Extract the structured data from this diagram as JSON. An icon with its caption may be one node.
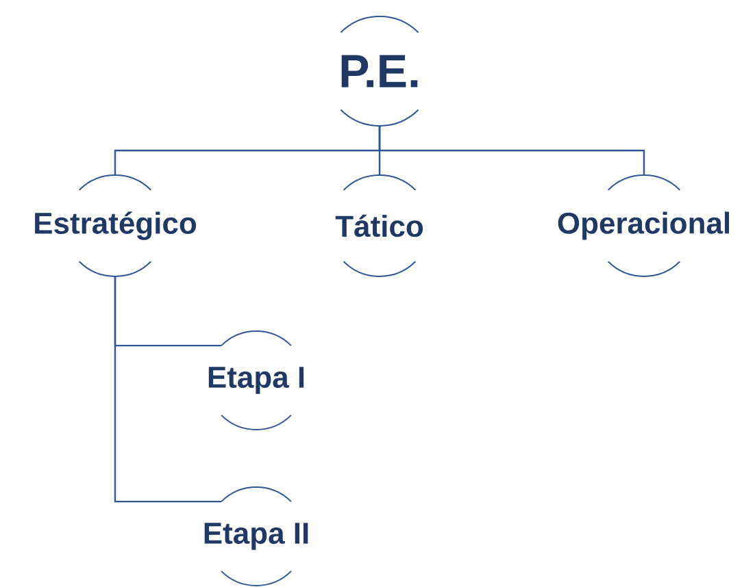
{
  "diagram": {
    "nodes": [
      {
        "text": [
          "P.E."
        ]
      },
      {
        "text": [
          "Estratégico"
        ]
      },
      {
        "text": [
          "Tático"
        ]
      },
      {
        "text": [
          "Operacional"
        ]
      },
      {
        "text": [
          "Etapa I"
        ]
      },
      {
        "text": [
          "Etapa II"
        ]
      }
    ],
    "edges": [
      {
        "from": 0,
        "to": 1,
        "arrow": "none"
      },
      {
        "from": 0,
        "to": 2,
        "arrow": "none"
      },
      {
        "from": 0,
        "to": 3,
        "arrow": "none"
      },
      {
        "from": 1,
        "to": 4,
        "arrow": "none"
      },
      {
        "from": 1,
        "to": 5,
        "arrow": "none"
      }
    ]
  }
}
